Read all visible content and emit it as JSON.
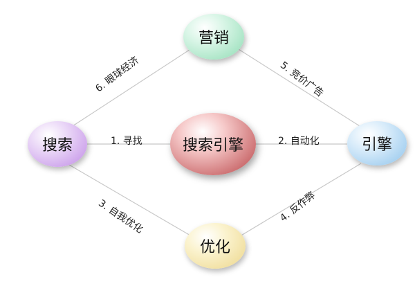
{
  "nodes": {
    "top": "营销",
    "left": "搜索",
    "center": "搜索引擎",
    "right": "引擎",
    "bottom": "优化"
  },
  "edges": {
    "e1": "1. 寻找",
    "e2": "2. 自动化",
    "e3": "3. 自我优化",
    "e4": "4. 反作弊",
    "e5": "5. 竞价广告",
    "e6": "6. 眼球经济"
  },
  "colors": {
    "line": "#c8c8c8",
    "top": "#8fdcb4",
    "left": "#c08be6",
    "center": "#b84447",
    "right": "#8fc4ec",
    "bottom": "#ecd68a"
  }
}
